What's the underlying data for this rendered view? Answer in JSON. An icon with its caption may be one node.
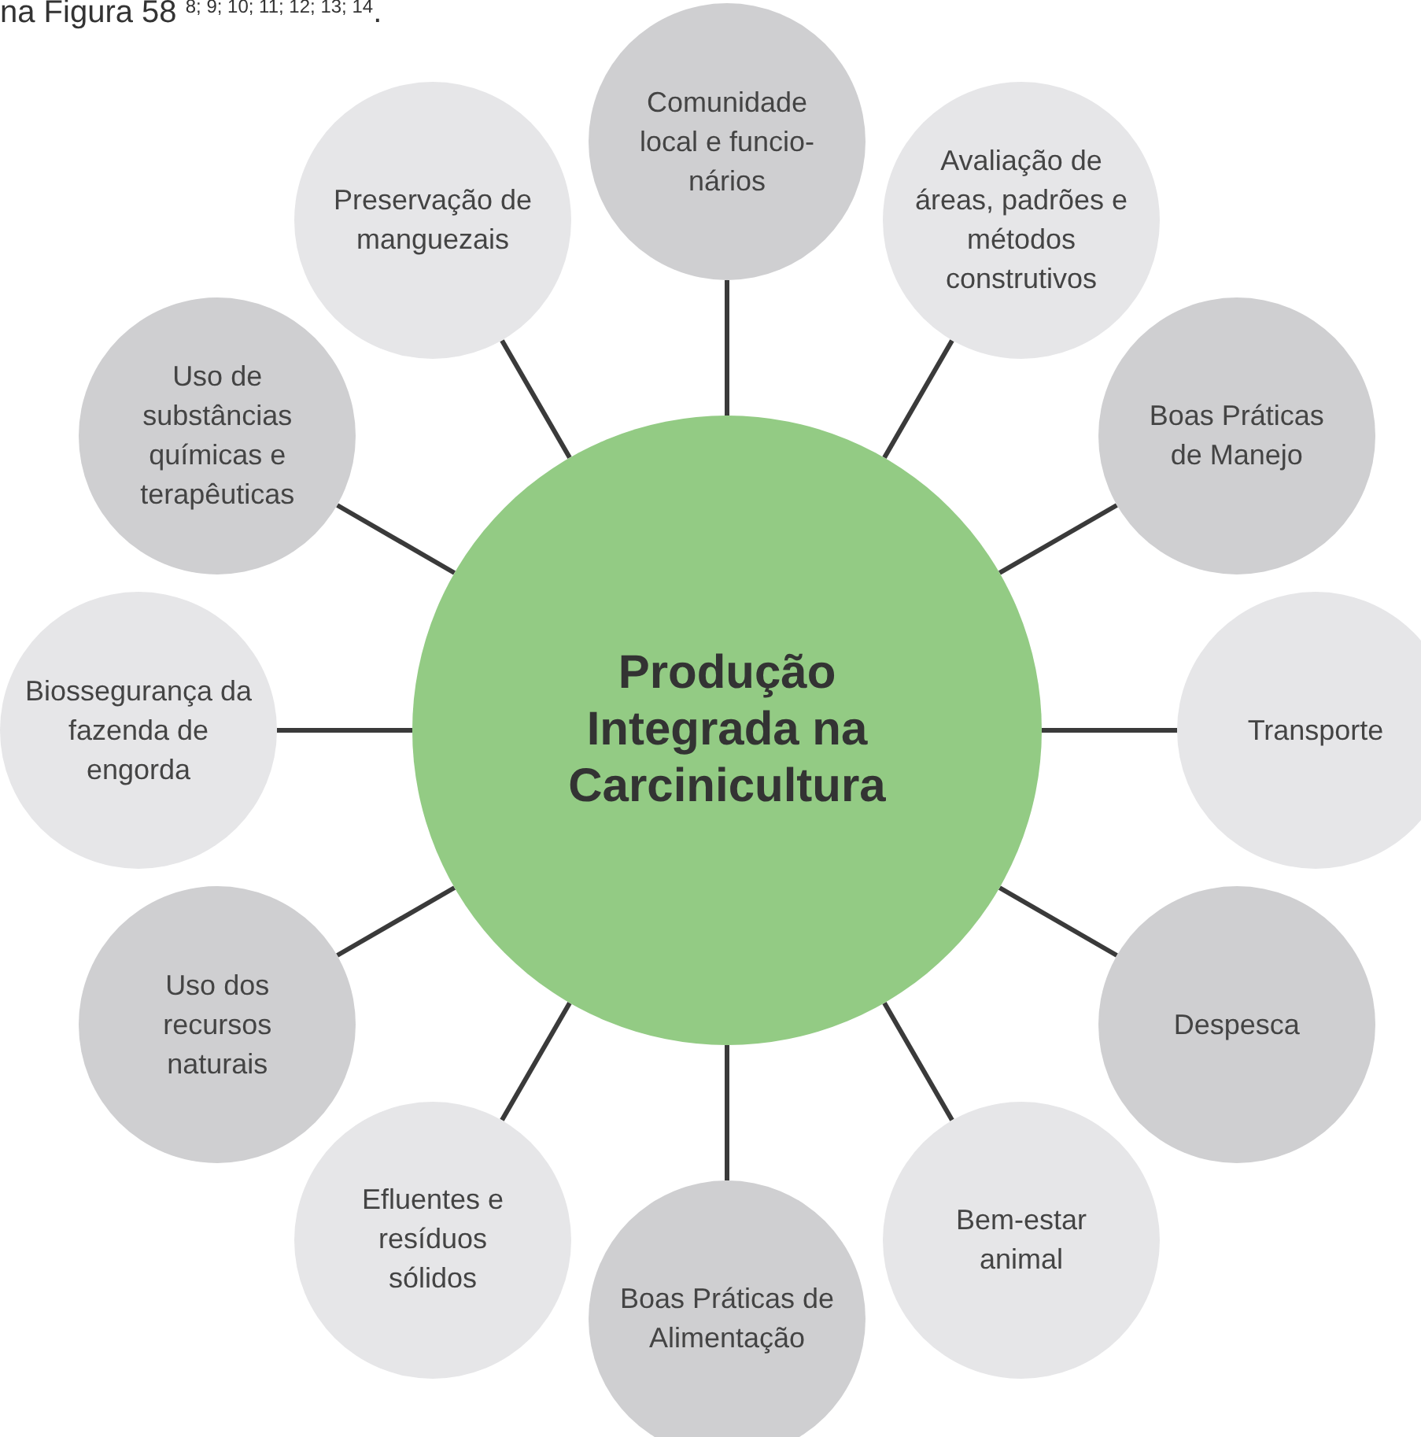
{
  "diagram": {
    "nodes": [
      {
        "text": [
          "Produção Integrada na Carcinicultura"
        ]
      },
      {
        "text": [
          "Comunidade local e funcio- nários"
        ]
      },
      {
        "text": [
          "Avaliação de áreas, padrões e métodos construtivos"
        ]
      },
      {
        "text": [
          "Boas Práticas de Manejo"
        ]
      },
      {
        "text": [
          "Transporte"
        ]
      },
      {
        "text": [
          "Despesca"
        ]
      },
      {
        "text": [
          "Bem-estar animal"
        ]
      },
      {
        "text": [
          "Boas Práticas de Alimentação"
        ]
      },
      {
        "text": [
          "Efluentes e resíduos sólidos"
        ]
      },
      {
        "text": [
          "Uso dos recursos naturais"
        ]
      },
      {
        "text": [
          "Biossegurança da fazenda de engorda"
        ]
      },
      {
        "text": [
          "Uso de substâncias químicas e terapêuticas"
        ]
      },
      {
        "text": [
          "Preservação de manguezais"
        ]
      }
    ],
    "edges": [
      {
        "from": 0,
        "to": 1,
        "arrow": "none"
      },
      {
        "from": 0,
        "to": 2,
        "arrow": "none"
      },
      {
        "from": 0,
        "to": 3,
        "arrow": "none"
      },
      {
        "from": 0,
        "to": 4,
        "arrow": "none"
      },
      {
        "from": 0,
        "to": 5,
        "arrow": "none"
      },
      {
        "from": 0,
        "to": 6,
        "arrow": "none"
      },
      {
        "from": 0,
        "to": 7,
        "arrow": "none"
      },
      {
        "from": 0,
        "to": 8,
        "arrow": "none"
      },
      {
        "from": 0,
        "to": 9,
        "arrow": "none"
      },
      {
        "from": 0,
        "to": 10,
        "arrow": "none"
      },
      {
        "from": 0,
        "to": 11,
        "arrow": "none"
      },
      {
        "from": 0,
        "to": 12,
        "arrow": "none"
      }
    ],
    "labels": [
      "na Figura 58 $^{8; 9; 10; 11; 12; 13; 14}$."
    ]
  }
}
